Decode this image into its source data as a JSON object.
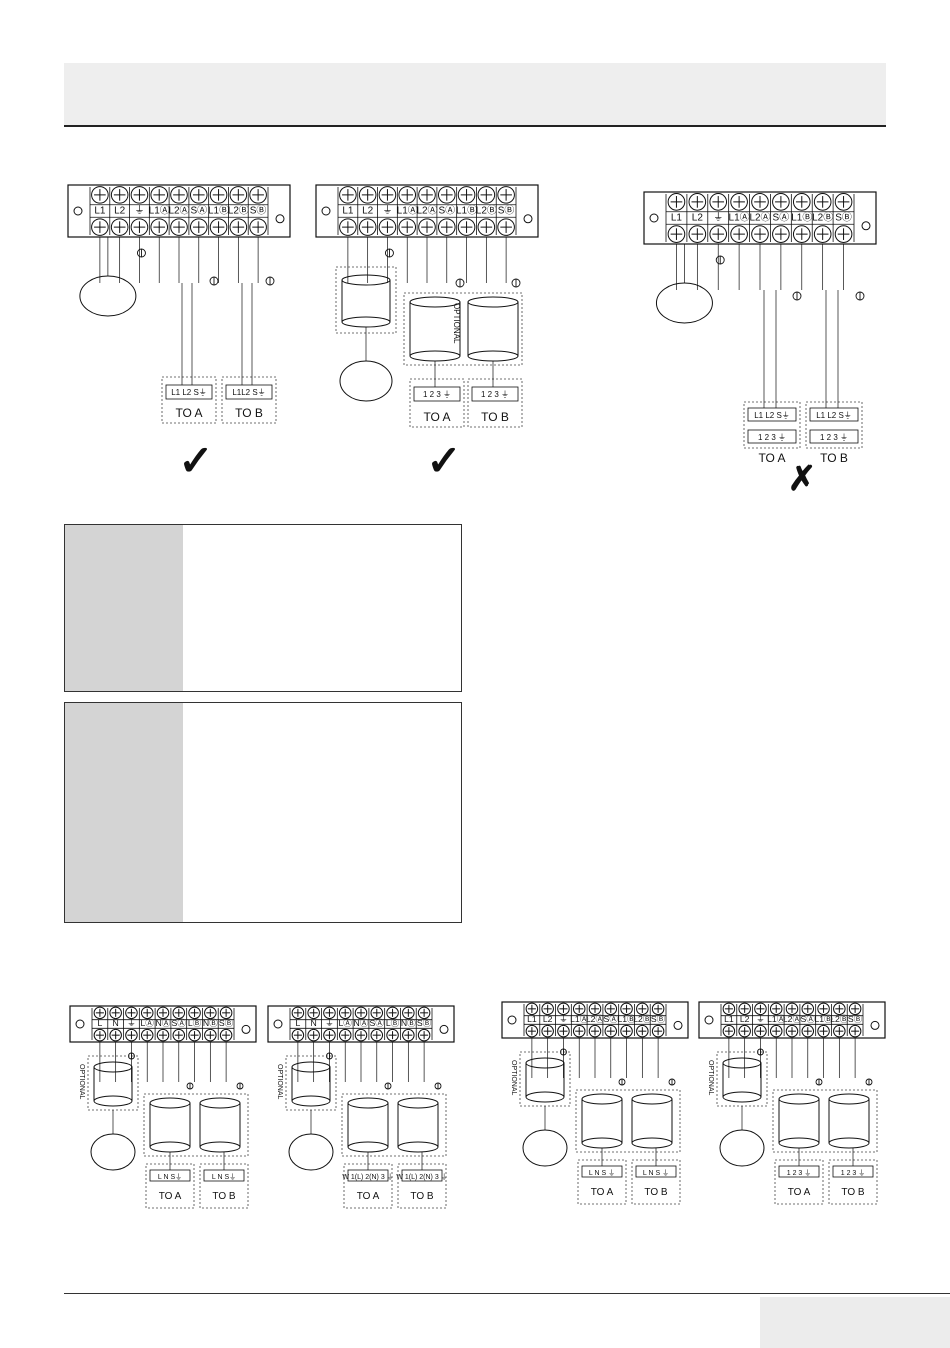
{
  "top_diagrams": [
    {
      "id": "d1",
      "strip_labels": [
        "L1",
        "L2",
        "⏚",
        "L1Ⓐ",
        "L2Ⓐ",
        "SⒶ",
        "L1Ⓑ",
        "L2Ⓑ",
        "SⒷ"
      ],
      "units": [
        {
          "terminal": "L1 L2 S⏚",
          "caption": "TO  A"
        },
        {
          "terminal": "L1L2 S⏚",
          "caption": "TO  B"
        }
      ],
      "mark": "✓"
    },
    {
      "id": "d2",
      "strip_labels": [
        "L1",
        "L2",
        "⏚",
        "L1Ⓐ",
        "L2Ⓐ",
        "SⒶ",
        "L1Ⓑ",
        "L2Ⓑ",
        "SⒷ"
      ],
      "optional_label": "OPTIONAL",
      "units": [
        {
          "terminal": "1  2  3 ⏚",
          "caption": "TO  A"
        },
        {
          "terminal": "1  2  3 ⏚",
          "caption": "TO  B"
        }
      ],
      "mark": "✓"
    },
    {
      "id": "d3",
      "strip_labels": [
        "L1",
        "L2",
        "⏚",
        "L1Ⓐ",
        "L2Ⓐ",
        "SⒶ",
        "L1Ⓑ",
        "L2Ⓑ",
        "SⒷ"
      ],
      "units": [
        {
          "terminal": "L1 L2 S⏚",
          "terminal2": "1  2  3 ⏚",
          "caption": "TO  A"
        },
        {
          "terminal": "L1 L2 S⏚",
          "terminal2": "1  2  3 ⏚",
          "caption": "TO  B"
        }
      ],
      "mark": "✗"
    }
  ],
  "bottom_diagrams": [
    {
      "id": "b1",
      "strip_labels": [
        "L",
        "N",
        "⏚",
        "LⒶ",
        "NⒶ",
        "SⒶ",
        "LⒷ",
        "NⒷ",
        "SⒷ"
      ],
      "optional_label": "OPTIONAL",
      "units": [
        {
          "terminal": "L N S⏚",
          "caption": "TO  A"
        },
        {
          "terminal": "L N S⏚",
          "caption": "TO  B"
        }
      ]
    },
    {
      "id": "b2",
      "strip_labels": [
        "L",
        "N",
        "⏚",
        "LⒶ",
        "NⒶ",
        "SⒶ",
        "LⒷ",
        "NⒷ",
        "SⒷ"
      ],
      "optional_label": "OPTIONAL",
      "units": [
        {
          "terminal": "W  1(L) 2(N) 3 ⏚",
          "caption": "TO  A"
        },
        {
          "terminal": "W  1(L) 2(N) 3 ⏚",
          "caption": "TO  B"
        }
      ]
    },
    {
      "id": "b3",
      "strip_labels": [
        "L1",
        "L2",
        "⏚",
        "L1Ⓐ",
        "L2Ⓐ",
        "SⒶ",
        "L1Ⓑ",
        "L2Ⓑ",
        "SⒷ"
      ],
      "optional_label": "OPTIONAL",
      "units": [
        {
          "terminal": "L  N  S ⏚",
          "caption": "TO  A"
        },
        {
          "terminal": "L  N  S ⏚",
          "caption": "TO  B"
        }
      ]
    },
    {
      "id": "b4",
      "strip_labels": [
        "L1",
        "L2",
        "⏚",
        "L1Ⓐ",
        "L2Ⓐ",
        "SⒶ",
        "L1Ⓑ",
        "L2Ⓑ",
        "SⒷ"
      ],
      "optional_label": "OPTIONAL",
      "units": [
        {
          "terminal": "1  2  3 ⏚",
          "caption": "TO  A"
        },
        {
          "terminal": "1  2  3 ⏚",
          "caption": "TO  B"
        }
      ]
    }
  ],
  "colors": {
    "line": "#111111",
    "header_band": "#eeeeee",
    "note_side": "#d4d4d4",
    "page_tab": "#ececec"
  }
}
